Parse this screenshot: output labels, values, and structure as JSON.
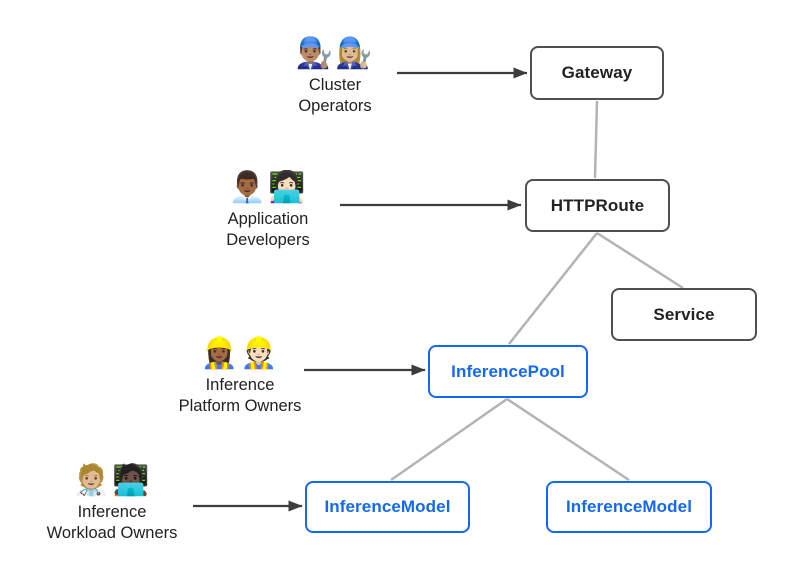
{
  "diagram": {
    "type": "resource-model-diagram",
    "nodes": {
      "gateway": {
        "label": "Gateway",
        "style": "core"
      },
      "httproute": {
        "label": "HTTPRoute",
        "style": "core"
      },
      "service": {
        "label": "Service",
        "style": "core"
      },
      "inference_pool": {
        "label": "InferencePool",
        "style": "extension"
      },
      "inference_model_left": {
        "label": "InferenceModel",
        "style": "extension"
      },
      "inference_model_right": {
        "label": "InferenceModel",
        "style": "extension"
      }
    },
    "personas": {
      "cluster_operators": {
        "emoji": "👨🏽‍🔧👩🏼‍🔧",
        "line1": "Cluster",
        "line2": "Operators"
      },
      "application_developers": {
        "emoji": "👨🏾‍💼👩🏻‍💻",
        "line1": "Application",
        "line2": "Developers"
      },
      "inference_platform_owners": {
        "emoji": "👷🏾‍♀️👷🏻",
        "line1": "Inference",
        "line2": "Platform Owners"
      },
      "inference_workload_owners": {
        "emoji": "🧑🏼‍⚕️🧑🏿‍💻",
        "line1": "Inference",
        "line2": "Workload Owners"
      }
    },
    "edges": [
      {
        "from": "cluster_operators",
        "to": "gateway",
        "kind": "arrow"
      },
      {
        "from": "application_developers",
        "to": "httproute",
        "kind": "arrow"
      },
      {
        "from": "inference_platform_owners",
        "to": "inference_pool",
        "kind": "arrow"
      },
      {
        "from": "inference_workload_owners",
        "to": "inference_model_left",
        "kind": "arrow"
      },
      {
        "from": "gateway",
        "to": "httproute",
        "kind": "connector"
      },
      {
        "from": "httproute",
        "to": "service",
        "kind": "connector"
      },
      {
        "from": "httproute",
        "to": "inference_pool",
        "kind": "connector"
      },
      {
        "from": "inference_pool",
        "to": "inference_model_left",
        "kind": "connector"
      },
      {
        "from": "inference_pool",
        "to": "inference_model_right",
        "kind": "connector"
      }
    ]
  },
  "colors": {
    "background": "#ffffff",
    "core_border": "#4f4f4f",
    "core_text": "#222222",
    "extension_accent": "#1569f0",
    "connector_line": "#b3b3b3",
    "arrow_line": "#3d3d3d"
  }
}
